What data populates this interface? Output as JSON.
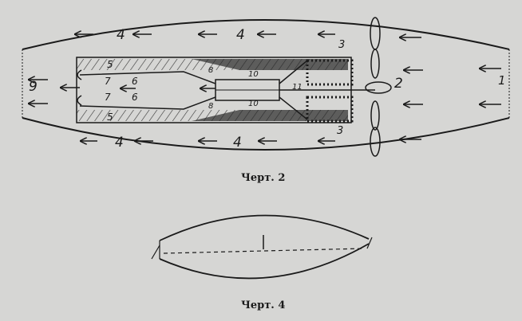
{
  "figure2": {
    "caption": "Черт. 2",
    "labels": {
      "l1": "1",
      "l2": "2",
      "l3a": "3",
      "l3b": "3",
      "l4a": "4",
      "l4b": "4",
      "l4c": "4",
      "l4d": "4",
      "l5a": "5",
      "l5b": "5",
      "l6a": "6",
      "l6b": "6",
      "l7a": "7",
      "l7b": "7",
      "l8a": "8",
      "l8b": "8",
      "l9": "9",
      "l10a": "10",
      "l10b": "10",
      "l11": "11"
    }
  },
  "figure4": {
    "caption": "Черт. 4"
  }
}
